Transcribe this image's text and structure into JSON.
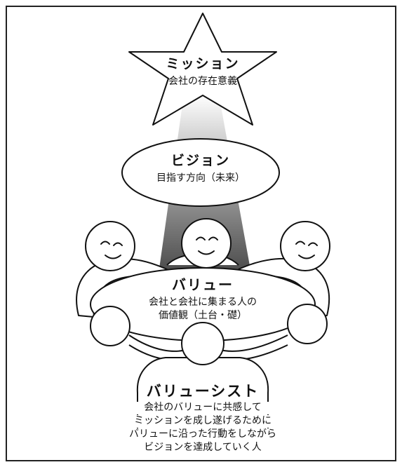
{
  "mission": {
    "title": "ミッション",
    "subtitle": "会社の存在意義"
  },
  "vision": {
    "title": "ビジョン",
    "subtitle": "目指す方向（未来）"
  },
  "value": {
    "title": "バリュー",
    "line1": "会社と会社に集まる人の",
    "line2": "価値観（土台・礎）"
  },
  "valueist": {
    "title": "バリューシスト",
    "line1": "会社のバリューに共感して",
    "line2": "ミッションを成し遂げるために",
    "line3": "バリューに沿った行動をしながら",
    "line4": "ビジョンを達成していく人"
  }
}
